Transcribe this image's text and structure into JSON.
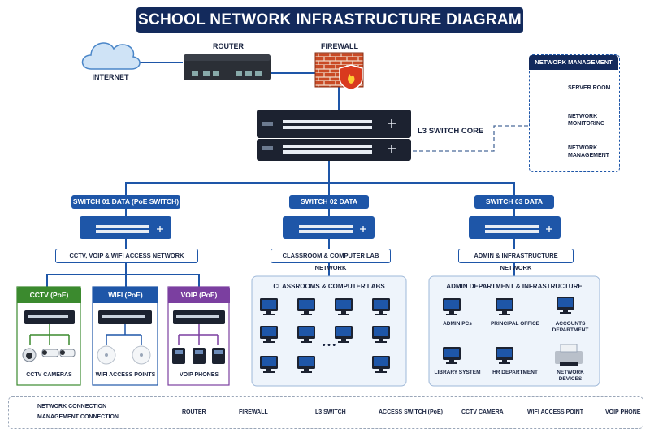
{
  "title": "SCHOOL NETWORK INFRASTRUCTURE DIAGRAM",
  "top": {
    "router": "ROUTER",
    "firewall": "FIREWALL",
    "internet": "INTERNET",
    "core": "L3 SWITCH CORE"
  },
  "management": {
    "title": "NETWORK MANAGEMENT",
    "items": [
      "SERVER ROOM",
      "NETWORK MONITORING",
      "NETWORK MANAGEMENT"
    ],
    "items_lines": [
      [
        "SERVER ROOM"
      ],
      [
        "NETWORK",
        "MONITORING"
      ],
      [
        "NETWORK",
        "MANAGEMENT"
      ]
    ]
  },
  "switches": [
    {
      "label": "SWITCH 01 DATA (PoE SWITCH)",
      "network": "CCTV, VOIP & WIFI ACCESS NETWORK"
    },
    {
      "label": "SWITCH 02 DATA",
      "network": "CLASSROOM & COMPUTER LAB NETWORK"
    },
    {
      "label": "SWITCH 03 DATA",
      "network": "ADMIN & INFRASTRUCTURE NETWORK"
    }
  ],
  "poe_groups": [
    {
      "title": "CCTV (PoE)",
      "device": "CCTV CAMERAS",
      "color": "#3b8a2e"
    },
    {
      "title": "WIFI (PoE)",
      "device": "WIFI ACCESS POINTS",
      "color": "#1e56a8"
    },
    {
      "title": "VOIP (PoE)",
      "device": "VOIP PHONES",
      "color": "#7b3fa0"
    }
  ],
  "classrooms": {
    "title": "CLASSROOMS & COMPUTER LABS",
    "ellipsis": "• • •"
  },
  "admin": {
    "title": "ADMIN DEPARTMENT & INFRASTRUCTURE",
    "items": [
      "ADMIN PCs",
      "PRINCIPAL OFFICE",
      "ACCOUNTS DEPARTMENT",
      "LIBRARY SYSTEM",
      "HR DEPARTMENT",
      "NETWORK DEVICES"
    ],
    "accounts_lines": [
      "ACCOUNTS",
      "DEPARTMENT"
    ],
    "devices_lines": [
      "NETWORK",
      "DEVICES"
    ]
  },
  "legend": {
    "network_connection": "NETWORK CONNECTION",
    "management_connection": "MANAGEMENT CONNECTION",
    "router": "ROUTER",
    "firewall": "FIREWALL",
    "l3_switch": "L3 SWITCH",
    "access_switch": "ACCESS SWITCH (PoE)",
    "cctv_camera": "CCTV CAMERA",
    "wifi_ap": "WIFI ACCESS POINT",
    "voip_phone": "VOIP PHONE"
  },
  "colors": {
    "navy": "#132a5c",
    "blue": "#1e56a8",
    "line": "#1e56a8",
    "cctv": "#3b8a2e",
    "wifi": "#1e56a8",
    "voip": "#7b3fa0",
    "panel": "#eef4fb"
  }
}
